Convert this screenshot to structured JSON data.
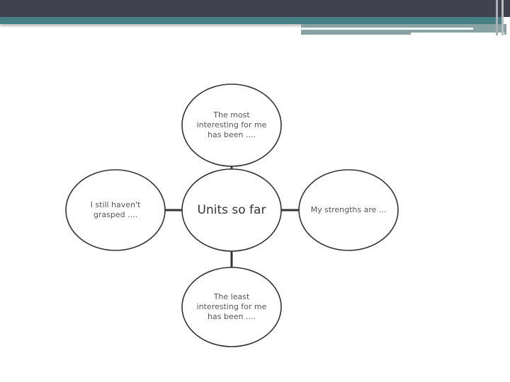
{
  "diagram": {
    "center": "Units so far",
    "top": "The most interesting for me has been ....",
    "bottom": "The least interesting for me has been ....",
    "left": "I still haven't grasped ....",
    "right": "My strengths are ..."
  },
  "colors": {
    "header_dark": "#41424f",
    "header_teal": "#467f84",
    "stroke": "#333333"
  }
}
